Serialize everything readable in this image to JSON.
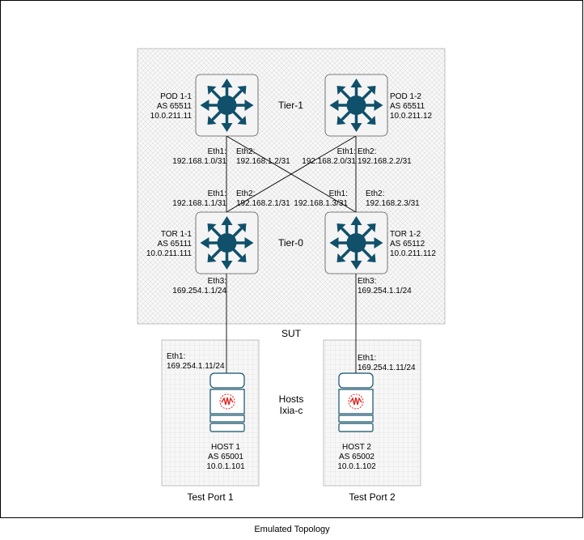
{
  "caption": "Emulated Topology",
  "regions": {
    "sut": "SUT",
    "tier1": "Tier-1",
    "tier0": "Tier-0",
    "hosts_title": [
      "Hosts",
      "Ixia-c"
    ],
    "test_port_1": "Test Port 1",
    "test_port_2": "Test Port 2"
  },
  "switches": {
    "pod11": {
      "icon": "switch-icon",
      "lines": [
        "POD 1-1",
        "AS 65511",
        "10.0.211.11"
      ]
    },
    "pod12": {
      "icon": "switch-icon",
      "lines": [
        "POD 1-2",
        "AS 65511",
        "10.0.211.12"
      ]
    },
    "tor11": {
      "icon": "switch-icon",
      "lines": [
        "TOR 1-1",
        "AS 65111",
        "10.0.211.111"
      ]
    },
    "tor12": {
      "icon": "switch-icon",
      "lines": [
        "TOR 1-2",
        "AS 65112",
        "10.0.211.112"
      ]
    }
  },
  "hosts": {
    "host1": {
      "icon": "ixia-host-icon",
      "lines": [
        "HOST 1",
        "AS 65001",
        "10.0.1.101"
      ],
      "eth": [
        "Eth1:",
        "169.254.1.11/24"
      ]
    },
    "host2": {
      "icon": "ixia-host-icon",
      "lines": [
        "HOST 2",
        "AS 65002",
        "10.0.1.102"
      ],
      "eth": [
        "Eth1:",
        "169.254.1.11/24"
      ]
    }
  },
  "interfaces": {
    "pod11_eth1": [
      "Eth1:",
      "192.168.1.0/31"
    ],
    "pod11_eth2": [
      "Eth2:",
      "192.168.1.2/31"
    ],
    "pod12_eth1": [
      "Eth1:",
      "192.168.2.0/31"
    ],
    "pod12_eth2": [
      "Eth2:",
      "192.168.2.2/31"
    ],
    "tor11_eth1": [
      "Eth1:",
      "192.168.1.1/31"
    ],
    "tor11_eth2": [
      "Eth2:",
      "192.168.2.1/31"
    ],
    "tor12_eth1": [
      "Eth1:",
      "192.168.1.3/31"
    ],
    "tor12_eth2": [
      "Eth2:",
      "192.168.2.3/31"
    ],
    "tor11_eth3": [
      "Eth3:",
      "169.254.1.1/24"
    ],
    "tor12_eth3": [
      "Eth3:",
      "169.254.1.1/24"
    ]
  },
  "colors": {
    "switch_fill": "#f4f4f4",
    "switch_icon": "#10506a",
    "area_fill": "#f7f7f7",
    "grid_line": "#d8d8d8",
    "host_red": "#e0251f"
  }
}
